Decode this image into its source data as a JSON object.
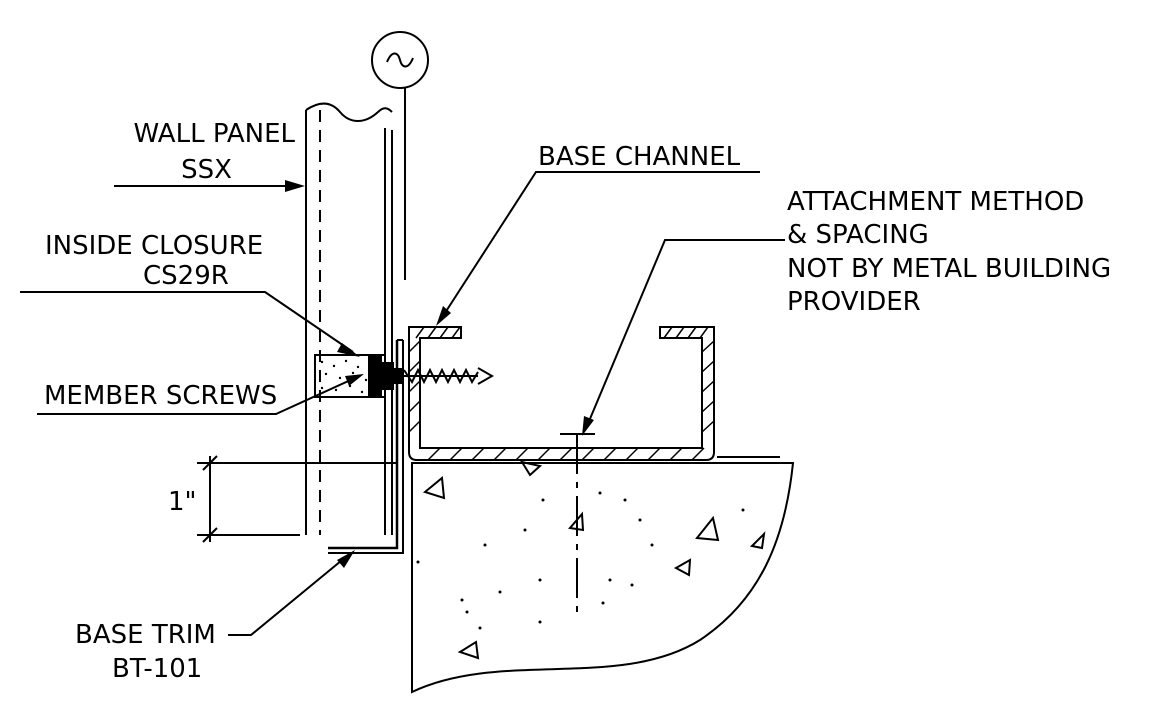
{
  "labels": {
    "wall_panel_1": "WALL PANEL",
    "wall_panel_2": "SSX",
    "inside_closure_1": "INSIDE CLOSURE",
    "inside_closure_2": "CS29R",
    "member_screws": "MEMBER SCREWS",
    "base_channel": "BASE CHANNEL",
    "attachment_1": "ATTACHMENT METHOD",
    "attachment_2": "& SPACING",
    "attachment_3": "NOT BY METAL BUILDING",
    "attachment_4": "PROVIDER",
    "dimension": "1\"",
    "base_trim_1": "BASE TRIM",
    "base_trim_2": "BT-101",
    "break_symbol": "~"
  }
}
